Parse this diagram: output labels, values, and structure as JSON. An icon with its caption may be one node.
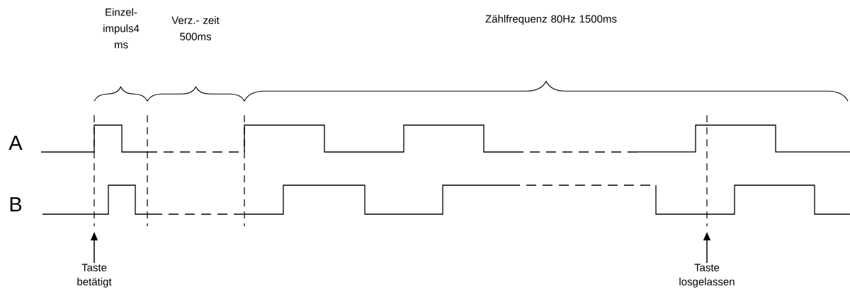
{
  "diagram": {
    "nodes": [
      {
        "text": [
          "Taste betätigt"
        ]
      },
      {
        "text": [
          "Taste losgelassen"
        ]
      }
    ],
    "edges": [
      {
        "from": 0,
        "to": null,
        "arrow": "to"
      },
      {
        "from": 1,
        "to": null,
        "arrow": "to"
      }
    ],
    "labels": [
      "Einzel- impuls4 ms",
      "Verz.- zeit 500ms",
      "Zählfrequenz 80Hz 1500ms",
      "A",
      "B"
    ]
  }
}
